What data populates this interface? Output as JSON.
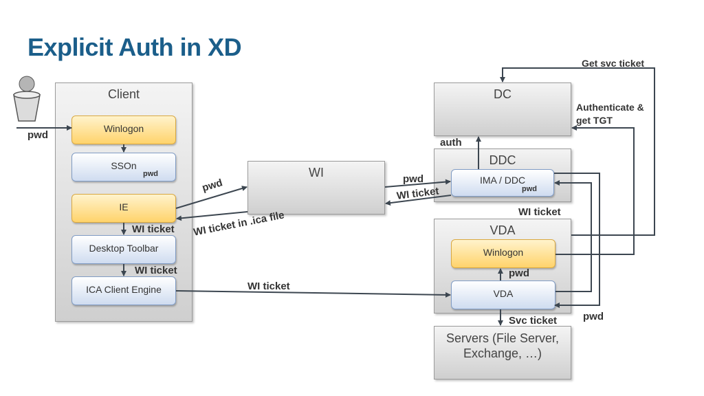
{
  "title": "Explicit Auth in XD",
  "client": {
    "title": "Client",
    "winlogon": "Winlogon",
    "sson": "SSOn",
    "sson_sub": "pwd",
    "ie": "IE",
    "toolbar": "Desktop Toolbar",
    "ica": "ICA Client Engine"
  },
  "wi": {
    "title": "WI"
  },
  "dc": {
    "title": "DC"
  },
  "ddc": {
    "title": "DDC",
    "ima": "IMA / DDC",
    "ima_sub": "pwd"
  },
  "vda": {
    "title": "VDA",
    "winlogon": "Winlogon",
    "vda": "VDA"
  },
  "servers": {
    "title": "Servers (File Server, Exchange, …)"
  },
  "labels": {
    "pwd_user": "pwd",
    "pwd_ie_wi": "pwd",
    "wi_ticket_ica": "WI ticket in .ica file",
    "wi_ticket_ie": "WI ticket",
    "wi_ticket_toolbar": "WI ticket",
    "wi_ticket_engine": "WI ticket",
    "pwd_wi_ddc": "pwd",
    "wi_ticket_ddc_wi": "WI ticket",
    "auth": "auth",
    "get_svc_ticket": "Get svc ticket",
    "auth_tgt": "Authenticate & get TGT",
    "wi_ticket_vda": "WI ticket",
    "pwd_vda": "pwd",
    "svc_ticket": "Svc ticket",
    "pwd_right": "pwd"
  },
  "colors": {
    "title": "#1b5e8a",
    "arrow": "#3c4650"
  }
}
